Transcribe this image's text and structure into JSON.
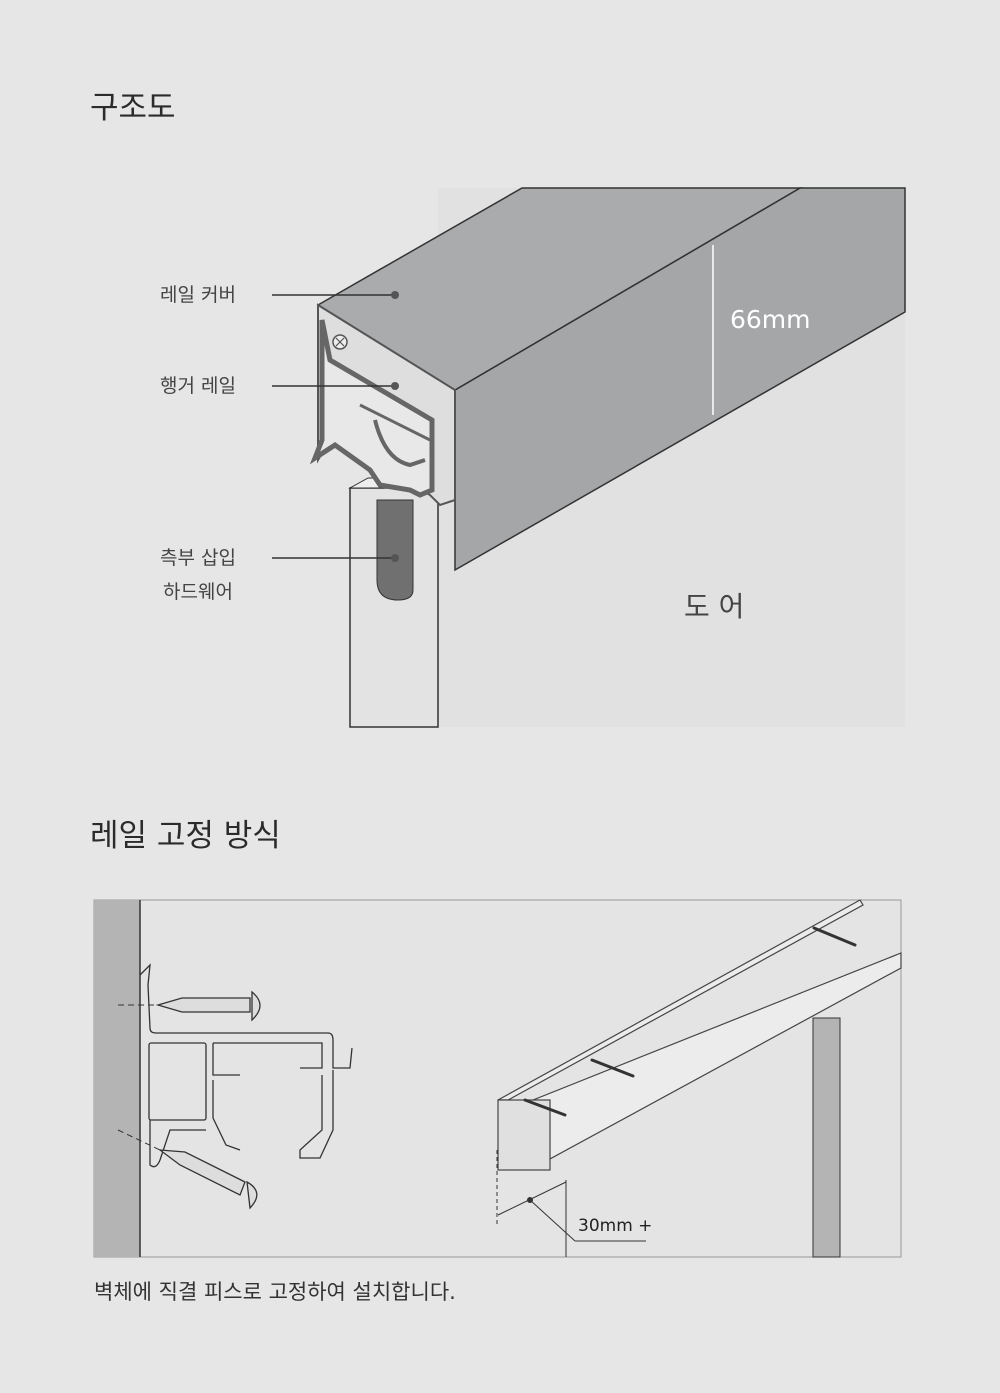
{
  "section1": {
    "title": "구조도",
    "labels": {
      "rail_cover": "레일 커버",
      "hanger_rail": "행거 레일",
      "side_hardware_line1": "측부 삽입",
      "side_hardware_line2": "하드웨어"
    },
    "dimension": "66mm",
    "door_label": "도 어"
  },
  "section2": {
    "title": "레일 고정 방식",
    "dimension": "30mm +",
    "caption": "벽체에 직결 피스로 고정하여 설치합니다."
  }
}
